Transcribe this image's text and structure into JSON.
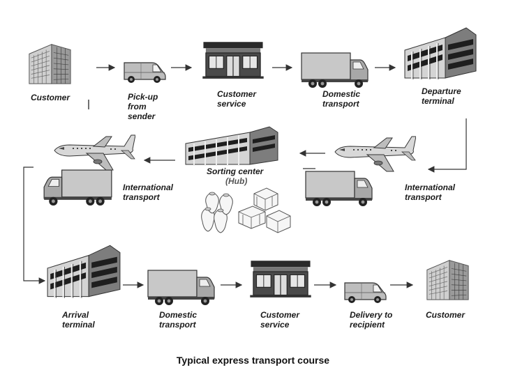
{
  "caption": "Typical express transport course",
  "labels": {
    "customer_top": "Customer",
    "pickup": "Pick-up\nfrom\nsender",
    "customer_service_top": "Customer\nservice",
    "domestic_top": "Domestic\ntransport",
    "departure": "Departure\nterminal",
    "intl_right": "International\ntransport",
    "sorting": "Sorting center",
    "hub": "(Hub)",
    "intl_left": "International\ntransport",
    "arrival": "Arrival\nterminal",
    "domestic_bottom": "Domestic\ntransport",
    "customer_service_bottom": "Customer\nservice",
    "delivery": "Delivery to\nrecipient",
    "customer_bottom": "Customer"
  },
  "icons": [
    "office-building-icon",
    "van-icon",
    "storefront-icon",
    "box-truck-icon",
    "terminal-building-icon",
    "airplane-icon",
    "sorting-center-icon",
    "parcels-icon"
  ]
}
